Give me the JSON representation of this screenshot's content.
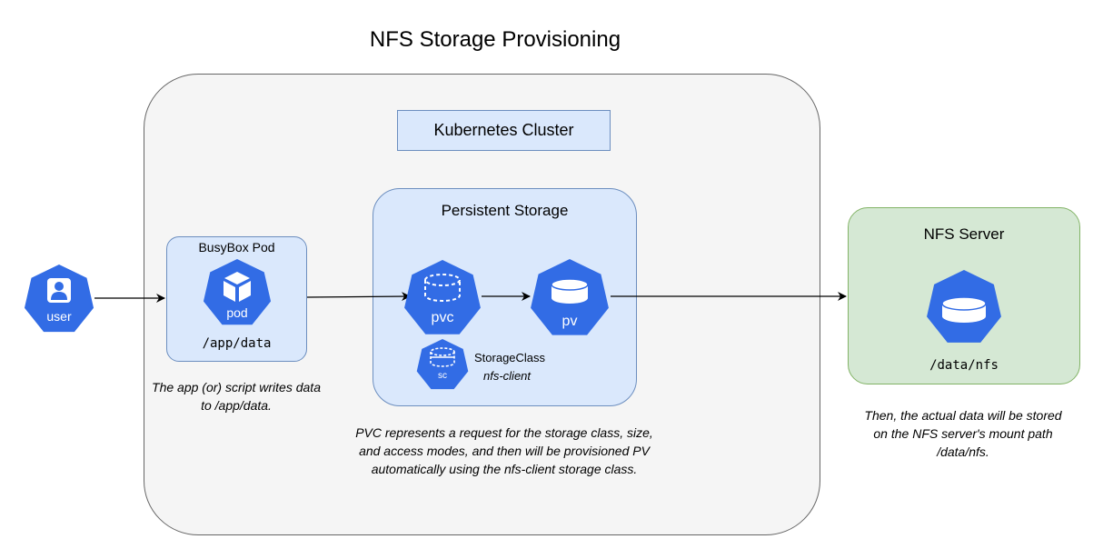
{
  "title": "NFS Storage Provisioning",
  "cluster": {
    "label": "Kubernetes Cluster"
  },
  "user": {
    "label": "user",
    "icon": "user-icon"
  },
  "pod": {
    "title": "BusyBox Pod",
    "icon_label": "pod",
    "icon": "pod-cube-icon",
    "path": "/app/data",
    "note": "The app (or) script writes data to /app/data."
  },
  "storage": {
    "title": "Persistent Storage",
    "pvc_label": "pvc",
    "pv_label": "pv",
    "sc_icon_label": "sc",
    "storage_class_label": "StorageClass",
    "storage_class_name": "nfs-client",
    "note": "PVC represents a request for the storage class, size, and access modes, and then will be provisioned PV automatically using the nfs-client storage class."
  },
  "nfs": {
    "title": "NFS Server",
    "icon": "storage-icon",
    "path": "/data/nfs",
    "note": "Then, the actual data will be stored on the NFS server's mount path /data/nfs."
  },
  "colors": {
    "k8s_blue": "#326ce5",
    "blue_fill": "#dae8fc",
    "blue_stroke": "#6c8ebf",
    "green_fill": "#d5e8d4",
    "green_stroke": "#82b366",
    "cluster_fill": "#f5f5f5"
  }
}
